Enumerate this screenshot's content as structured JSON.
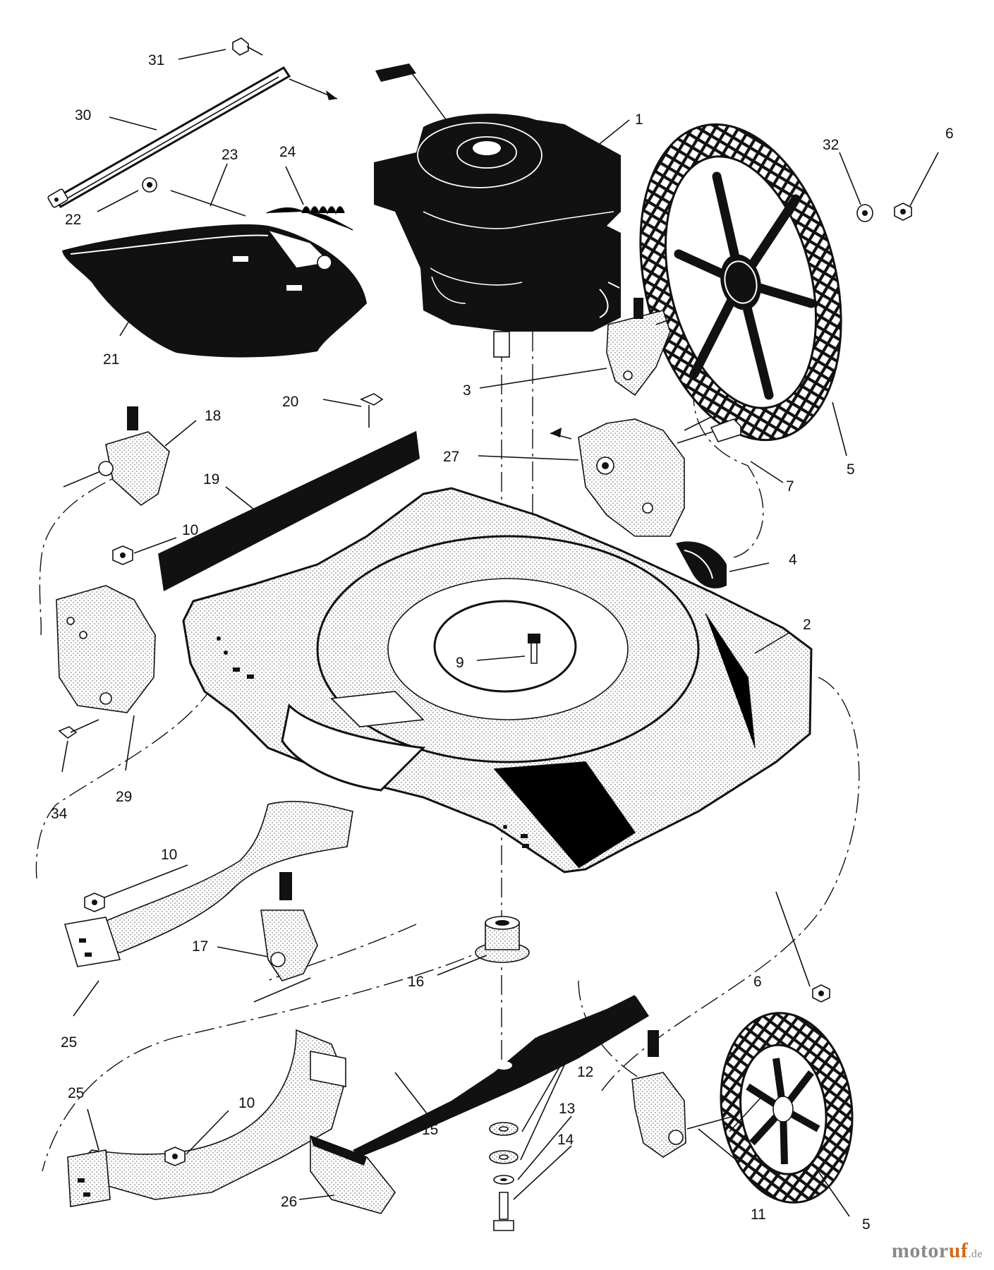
{
  "diagram": {
    "callouts": [
      {
        "id": "c1",
        "text": "1"
      },
      {
        "id": "c2",
        "text": "2"
      },
      {
        "id": "c3",
        "text": "3"
      },
      {
        "id": "c4",
        "text": "4"
      },
      {
        "id": "c5a",
        "text": "5"
      },
      {
        "id": "c5b",
        "text": "5"
      },
      {
        "id": "c6a",
        "text": "6"
      },
      {
        "id": "c6b",
        "text": "6"
      },
      {
        "id": "c7",
        "text": "7"
      },
      {
        "id": "c9",
        "text": "9"
      },
      {
        "id": "c10a",
        "text": "10"
      },
      {
        "id": "c10b",
        "text": "10"
      },
      {
        "id": "c10c",
        "text": "10"
      },
      {
        "id": "c11",
        "text": "11"
      },
      {
        "id": "c12",
        "text": "12"
      },
      {
        "id": "c13",
        "text": "13"
      },
      {
        "id": "c14",
        "text": "14"
      },
      {
        "id": "c15",
        "text": "15"
      },
      {
        "id": "c16",
        "text": "16"
      },
      {
        "id": "c17",
        "text": "17"
      },
      {
        "id": "c18",
        "text": "18"
      },
      {
        "id": "c19",
        "text": "19"
      },
      {
        "id": "c20",
        "text": "20"
      },
      {
        "id": "c21",
        "text": "21"
      },
      {
        "id": "c22",
        "text": "22"
      },
      {
        "id": "c23",
        "text": "23"
      },
      {
        "id": "c24",
        "text": "24"
      },
      {
        "id": "c25a",
        "text": "25"
      },
      {
        "id": "c25b",
        "text": "25"
      },
      {
        "id": "c26",
        "text": "26"
      },
      {
        "id": "c27",
        "text": "27"
      },
      {
        "id": "c29",
        "text": "29"
      },
      {
        "id": "c30",
        "text": "30"
      },
      {
        "id": "c31",
        "text": "31"
      },
      {
        "id": "c32",
        "text": "32"
      },
      {
        "id": "c34",
        "text": "34"
      }
    ]
  },
  "watermark": {
    "main": "motor",
    "accent": "uf",
    "tld": ".de"
  }
}
